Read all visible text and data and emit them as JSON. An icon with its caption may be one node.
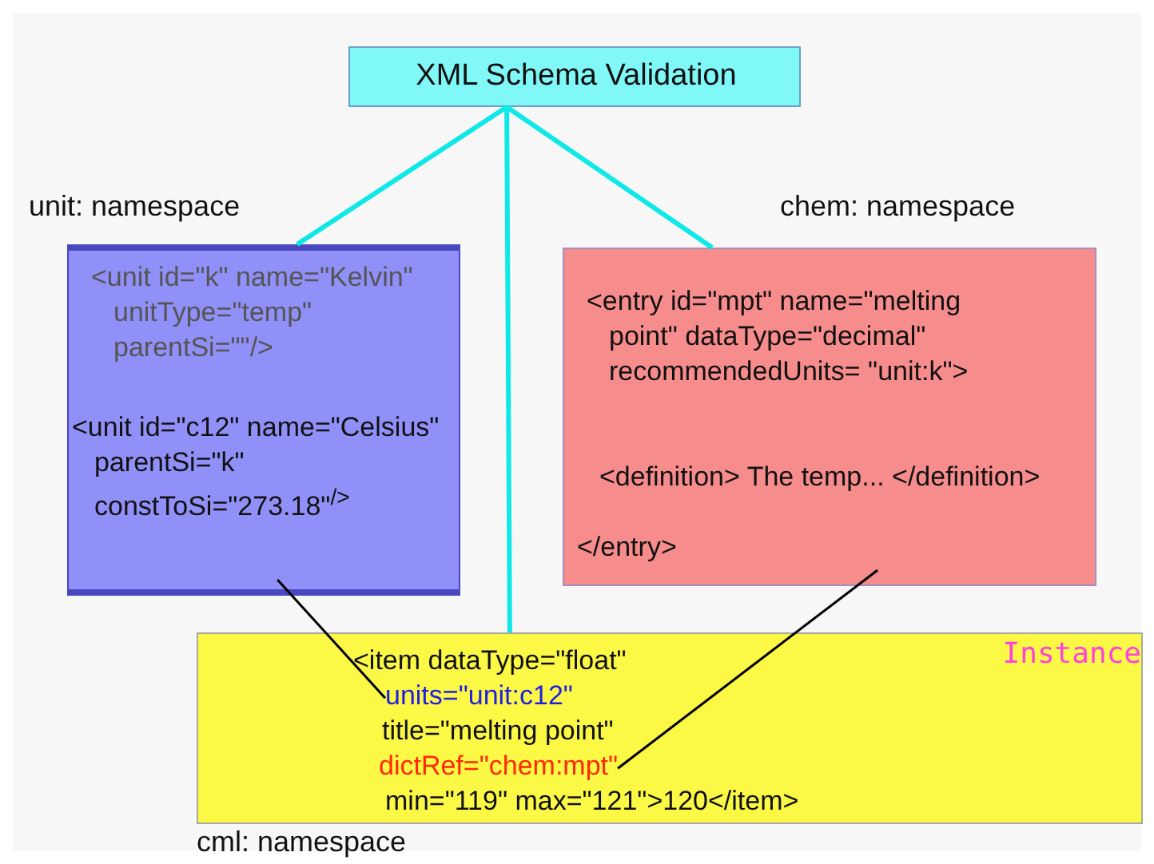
{
  "diagram": {
    "nodes": [
      {
        "text": [
          "XML Schema Validation"
        ]
      },
      {
        "text": [
          "<unit id=\"k\" name=\"Kelvin\" unitType=\"temp\" parentSi=\"\"/>",
          "<unit id=\"c12\" name=\"Celsius\" parentSi=\"k\" constToSi=\"273.18\"$^{/>}$"
        ],
        "beside": [
          "unit: namespace"
        ]
      },
      {
        "text": [
          "<entry id=\"mpt\" name=\"melting point\" dataType=\"decimal\" recommendedUnits= \"unit:k\">",
          "<definition> The temp... </definition>",
          "</entry>"
        ],
        "beside": [
          "chem: namespace"
        ]
      },
      {
        "text": [
          "Instance",
          "<item dataType=\"float\"",
          "units=\"unit:c12\"",
          "title=\"melting point\"",
          "dictRef=\"chem:mpt\"",
          "min=\"119\" max=\"121\">120</item>"
        ],
        "beside": [
          "cml: namespace"
        ]
      }
    ],
    "edges": [
      {
        "from": 0,
        "to": 1,
        "arrow": "none"
      },
      {
        "from": 0,
        "to": 3,
        "arrow": "none"
      },
      {
        "from": 0,
        "to": 2,
        "arrow": "none"
      },
      {
        "from": 1,
        "to": 3,
        "arrow": "none",
        "color": "#000000"
      },
      {
        "from": 2,
        "to": 3,
        "arrow": "none",
        "color": "#000000"
      }
    ]
  }
}
